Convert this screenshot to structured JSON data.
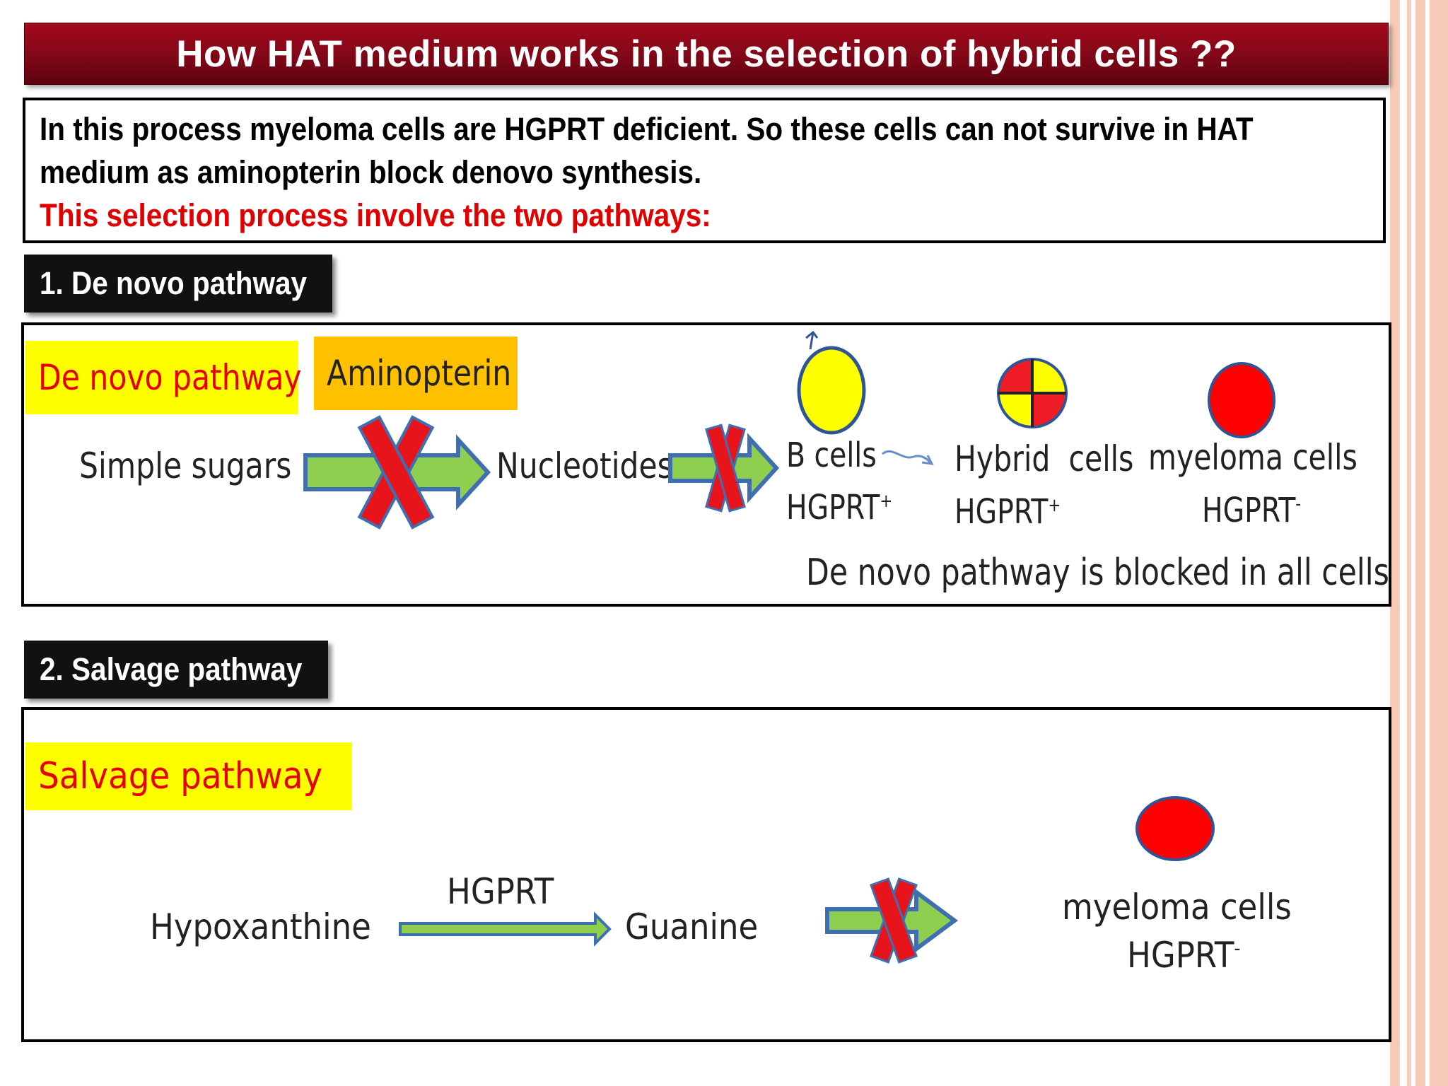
{
  "title": "How HAT medium works in the selection of hybrid cells ??",
  "intro": {
    "line1": "In this process myeloma cells are HGPRT deficient. So these cells can not survive in HAT",
    "line2": "medium as aminopterin block denovo synthesis.",
    "line3": "This selection process involve the two pathways:"
  },
  "section1": {
    "heading": "1. De novo pathway",
    "pathway_label": "De novo pathway",
    "inhibitor_label": "Aminopterin",
    "substrate": "Simple sugars",
    "product": "Nucleotides",
    "cells": [
      {
        "name": "B cells",
        "type": "HGPRT",
        "sign": "+"
      },
      {
        "name": "Hybrid  cells",
        "type": "HGPRT",
        "sign": "+"
      },
      {
        "name": "myeloma cells",
        "type": "HGPRT",
        "sign": "-"
      }
    ],
    "conclusion": "De novo pathway is blocked in all cells"
  },
  "section2": {
    "heading": "2. Salvage pathway",
    "pathway_label": "Salvage pathway",
    "substrate": "Hypoxanthine",
    "enzyme": "HGPRT",
    "product": "Guanine",
    "cell": {
      "name": "myeloma cells",
      "type": "HGPRT",
      "sign": "-"
    }
  },
  "colors": {
    "title_bg": "#7c0716",
    "highlight_yellow": "#ffff00",
    "highlight_orange": "#ffc000",
    "arrow_green": "#8fcf4f",
    "arrow_outline": "#3e6fb0",
    "block_red": "#e8141c",
    "cell_yellow": "#ffff00",
    "cell_red": "#ff0000",
    "stripe_pink": "#f5c9b5"
  }
}
